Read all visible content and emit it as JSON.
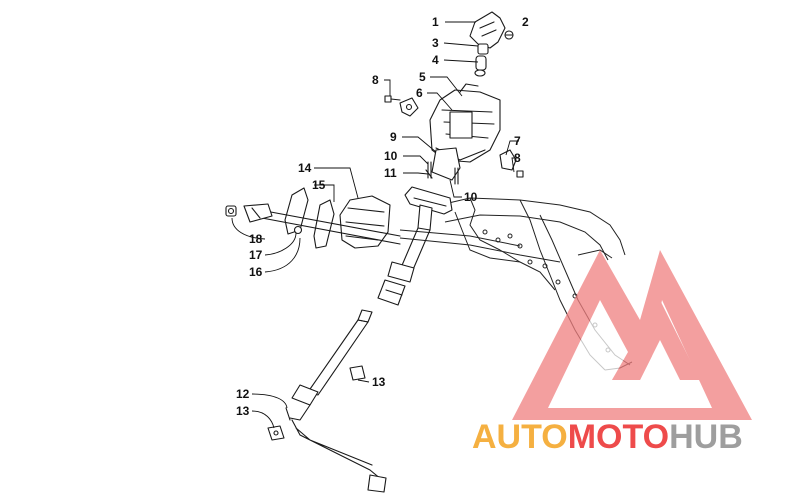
{
  "callouts": [
    {
      "id": "c1",
      "label": "1"
    },
    {
      "id": "c2",
      "label": "2"
    },
    {
      "id": "c3",
      "label": "3"
    },
    {
      "id": "c4",
      "label": "4"
    },
    {
      "id": "c5",
      "label": "5"
    },
    {
      "id": "c6",
      "label": "6"
    },
    {
      "id": "c7",
      "label": "7"
    },
    {
      "id": "c8a",
      "label": "8"
    },
    {
      "id": "c8b",
      "label": "8"
    },
    {
      "id": "c9",
      "label": "9"
    },
    {
      "id": "c10a",
      "label": "10"
    },
    {
      "id": "c10b",
      "label": "10"
    },
    {
      "id": "c11",
      "label": "11"
    },
    {
      "id": "c12",
      "label": "12"
    },
    {
      "id": "c13a",
      "label": "13"
    },
    {
      "id": "c13b",
      "label": "13"
    },
    {
      "id": "c14",
      "label": "14"
    },
    {
      "id": "c15",
      "label": "15"
    },
    {
      "id": "c16",
      "label": "16"
    },
    {
      "id": "c17",
      "label": "17"
    },
    {
      "id": "c18",
      "label": "18"
    }
  ],
  "watermark": {
    "part1": "AUTO",
    "part2": "MOTO",
    "part3": "HUB",
    "logo_icon": "triangle-m-logo-icon",
    "colors": {
      "orange": "#f5b041",
      "red": "#ee4b4b",
      "gray": "#9e9e9e",
      "logo": "#f08080"
    }
  }
}
